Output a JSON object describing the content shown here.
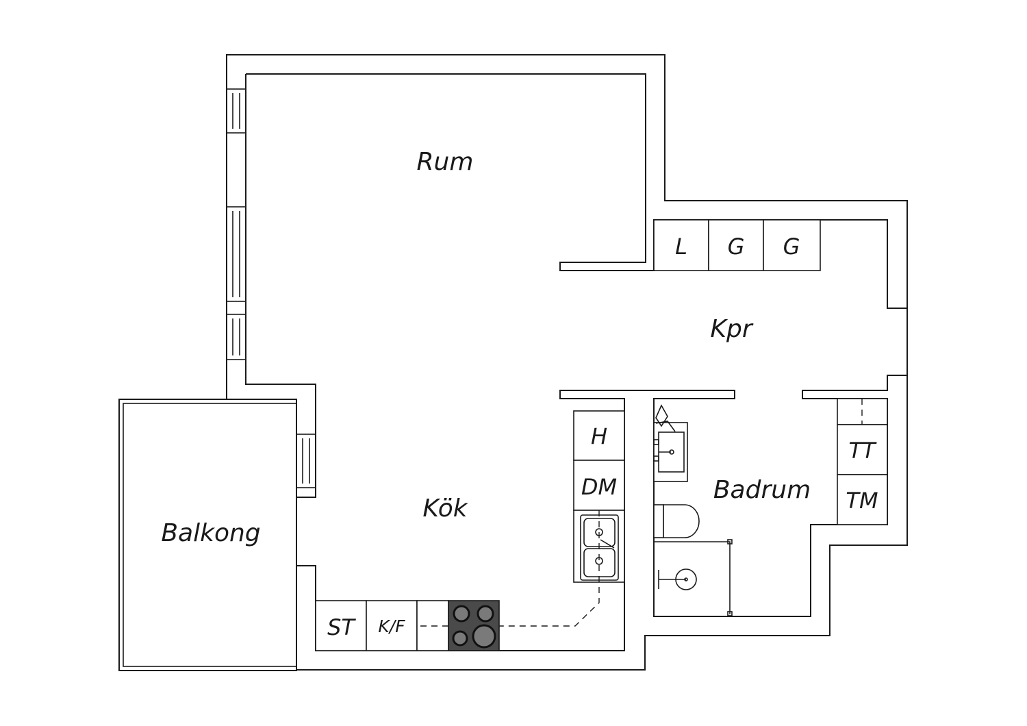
{
  "rooms": {
    "rum": "Rum",
    "kpr": "Kpr",
    "kok": "Kök",
    "balkong": "Balkong",
    "badrum": "Badrum"
  },
  "appliances": {
    "l": "L",
    "g1": "G",
    "g2": "G",
    "h": "H",
    "dm": "DM",
    "st": "ST",
    "kf": "K/F",
    "tt": "TT",
    "tm": "TM"
  }
}
